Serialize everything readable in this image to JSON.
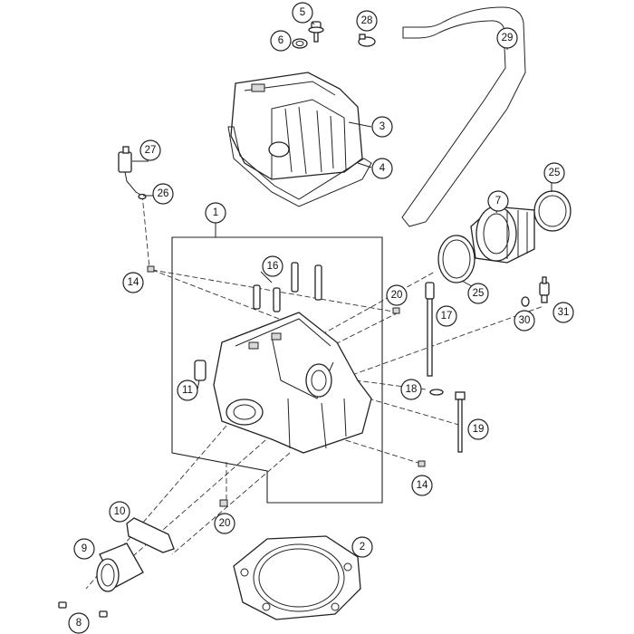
{
  "callouts": {
    "c1": "1",
    "c2": "2",
    "c3": "3",
    "c4": "4",
    "c5": "5",
    "c6": "6",
    "c7": "7",
    "c8": "8",
    "c9": "9",
    "c10": "10",
    "c11": "11",
    "c14a": "14",
    "c14b": "14",
    "c16": "16",
    "c17": "17",
    "c18": "18",
    "c19": "19",
    "c20a": "20",
    "c20b": "20",
    "c25a": "25",
    "c25b": "25",
    "c26": "26",
    "c27": "27",
    "c28": "28",
    "c29": "29",
    "c30": "30",
    "c31": "31"
  }
}
